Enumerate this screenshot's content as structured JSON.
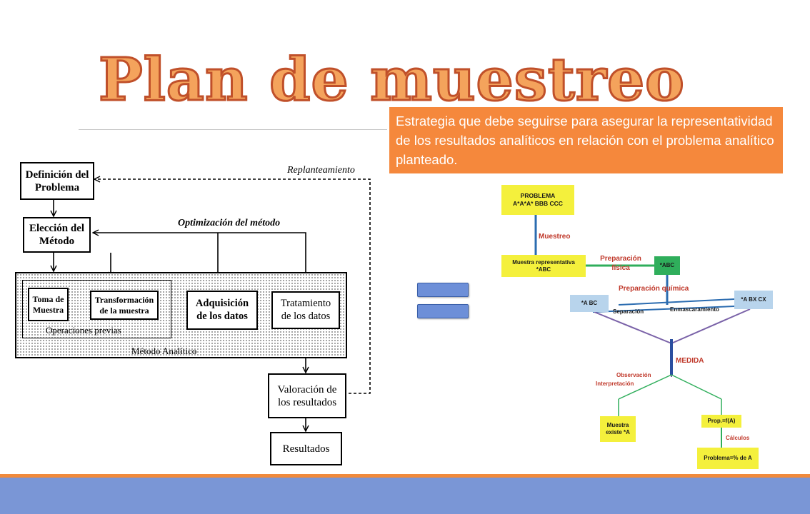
{
  "title": "Plan de muestreo",
  "callout": "Estrategia que debe seguirse para asegurar la representatividad de los resultados analíticos en relación con el problema analítico planteado.",
  "colors": {
    "title_fill": "#f4a35c",
    "title_stroke": "#c0502a",
    "callout_bg": "#f5883c",
    "footer_band": "#7a96d6",
    "footer_line": "#f08a3c"
  },
  "left_diagram": {
    "definicion_l1": "Definición del",
    "definicion_l2": "Problema",
    "eleccion_l1": "Elección del",
    "eleccion_l2": "Método",
    "toma_l1": "Toma de",
    "toma_l2": "Muestra",
    "transformacion_l1": "Transformación",
    "transformacion_l2": "de la muestra",
    "adquisicion_l1": "Adquisición",
    "adquisicion_l2": "de los datos",
    "tratamiento_l1": "Tratamiento",
    "tratamiento_l2": "de los datos",
    "operaciones_previas": "Operaciones previas",
    "metodo_analitico": "Método Analítico",
    "valoracion_l1": "Valoración de",
    "valoracion_l2": "los resultados",
    "resultados": "Resultados",
    "replanteamiento": "Replanteamiento",
    "optimizacion": "Optimización del método"
  },
  "right_diagram": {
    "problema_l1": "PROBLEMA",
    "problema_l2": "A*A*A* BBB CCC",
    "muestreo": "Muestreo",
    "muestra_rep_l1": "Muestra representativa",
    "muestra_rep_l2": "*ABC",
    "prep_fisica_l1": "Preparación",
    "prep_fisica_l2": "física",
    "abc": "*ABC",
    "prep_quimica": "Preparación química",
    "abc_left": "*A  BC",
    "abc_right": "*A  BX  CX",
    "separacion": "Separación",
    "enmascaramiento": "Enmascaramiento",
    "medida": "MEDIDA",
    "observacion": "Observación",
    "interpretacion": "Interpretación",
    "muestra_existe_l1": "Muestra",
    "muestra_existe_l2": "existe *A",
    "prop": "Prop.=f(A)",
    "calculos": "Cálculos",
    "problema_pct": "Problema=% de A"
  }
}
